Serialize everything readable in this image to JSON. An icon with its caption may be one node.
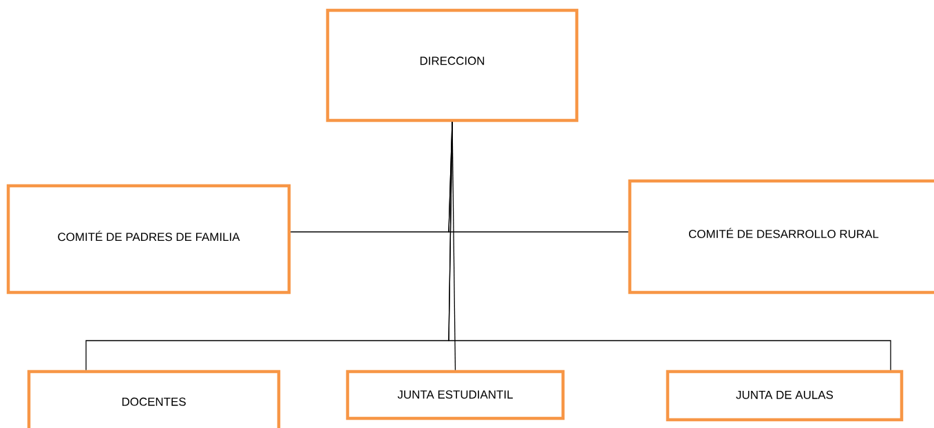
{
  "diagram": {
    "nodes": [
      {
        "text": [
          "DIRECCION"
        ]
      },
      {
        "text": [
          "COMITÉ DE PADRES DE FAMILIA"
        ]
      },
      {
        "text": [
          "COMITÉ DE DESARROLLO RURAL"
        ]
      },
      {
        "text": [
          "DOCENTES"
        ]
      },
      {
        "text": [
          "JUNTA ESTUDIANTIL"
        ]
      },
      {
        "text": [
          "JUNTA DE AULAS"
        ]
      }
    ],
    "edges": [
      {
        "from": 0,
        "to": 1,
        "arrow": "none"
      },
      {
        "from": 0,
        "to": 2,
        "arrow": "none"
      },
      {
        "from": 0,
        "to": 3,
        "arrow": "none"
      },
      {
        "from": 0,
        "to": 4,
        "arrow": "none"
      },
      {
        "from": 0,
        "to": 5,
        "arrow": "none"
      }
    ]
  }
}
